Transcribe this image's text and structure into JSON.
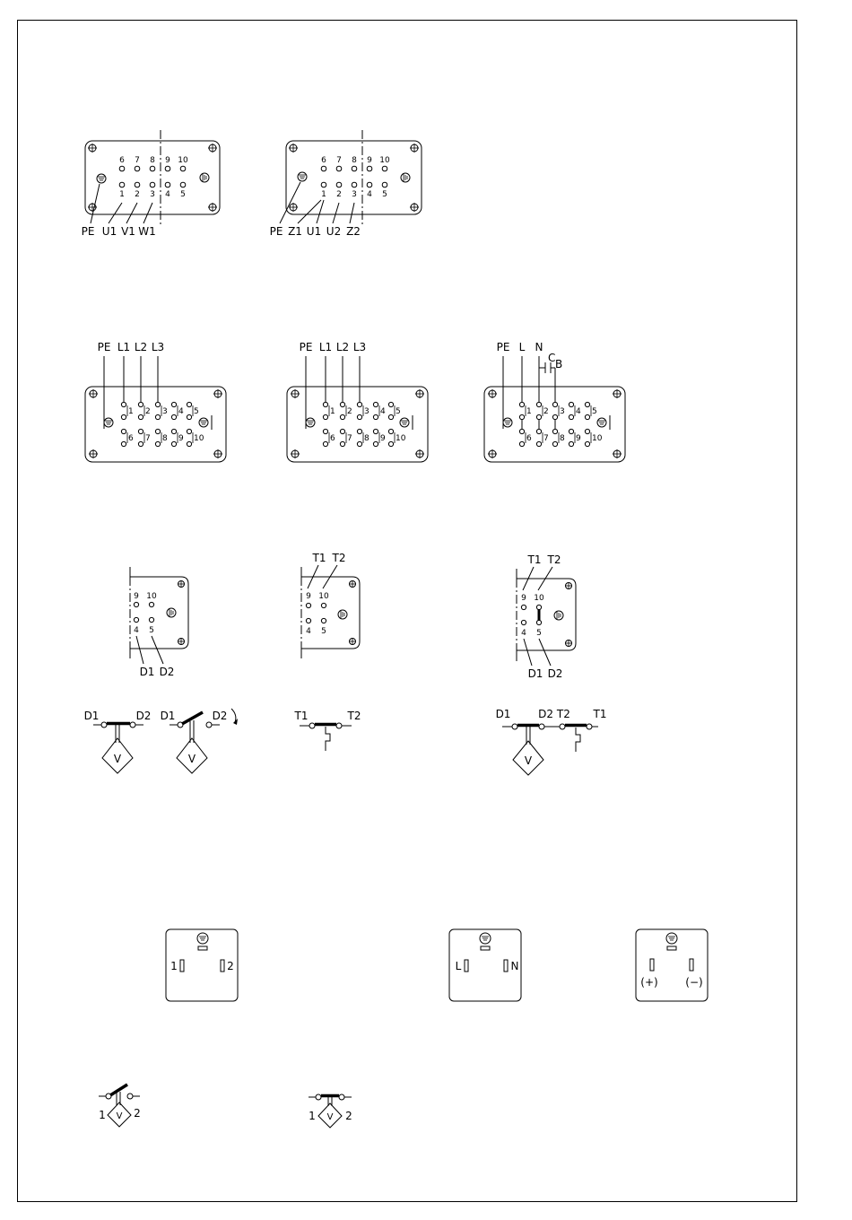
{
  "block1": {
    "pins_top": [
      "6",
      "7",
      "8",
      "9",
      "10"
    ],
    "pins_bottom": [
      "1",
      "2",
      "3",
      "4",
      "5"
    ],
    "labels": [
      "PE",
      "U1",
      "V1",
      "W1"
    ]
  },
  "block2": {
    "pins_top": [
      "6",
      "7",
      "8",
      "9",
      "10"
    ],
    "pins_bottom": [
      "1",
      "2",
      "3",
      "4",
      "5"
    ],
    "labels": [
      "PE",
      "Z1",
      "U1",
      "U2",
      "Z2"
    ]
  },
  "block3": {
    "labels": [
      "PE",
      "L1",
      "L2",
      "L3"
    ],
    "pins_top": [
      "1",
      "2",
      "3",
      "4",
      "5"
    ],
    "pins_bottom": [
      "6",
      "7",
      "8",
      "9",
      "10"
    ]
  },
  "block4": {
    "labels": [
      "PE",
      "L1",
      "L2",
      "L3"
    ],
    "pins_top": [
      "1",
      "2",
      "3",
      "4",
      "5"
    ],
    "pins_bottom": [
      "6",
      "7",
      "8",
      "9",
      "10"
    ]
  },
  "block5": {
    "labels": [
      "PE",
      "L",
      "N"
    ],
    "cap_label": "C",
    "cap_sub": "B",
    "pins_top": [
      "1",
      "2",
      "3",
      "4",
      "5"
    ],
    "pins_bottom": [
      "6",
      "7",
      "8",
      "9",
      "10"
    ]
  },
  "sensor1": {
    "pins_top": [
      "9",
      "10"
    ],
    "pins_bottom": [
      "4",
      "5"
    ],
    "labels": [
      "D1",
      "D2"
    ]
  },
  "sensor2": {
    "labels": [
      "T1",
      "T2"
    ],
    "pins_top": [
      "9",
      "10"
    ],
    "pins_bottom": [
      "4",
      "5"
    ]
  },
  "sensor3": {
    "labels_top": [
      "T1",
      "T2"
    ],
    "pins_top": [
      "9",
      "10"
    ],
    "pins_bottom": [
      "4",
      "5"
    ],
    "labels_bottom": [
      "D1",
      "D2"
    ]
  },
  "sym_d": {
    "left": "D1",
    "right": "D2"
  },
  "sym_d_open": {
    "left": "D1",
    "right": "D2"
  },
  "sym_t": {
    "left": "T1",
    "right": "T2"
  },
  "sym_combined": {
    "d1": "D1",
    "d2t2": "D2 T2",
    "t1": "T1"
  },
  "valve_glyph": "V",
  "plug1": {
    "left": "1",
    "right": "2"
  },
  "plug2": {
    "left": "L",
    "right": "N"
  },
  "plug3": {
    "left": "(+)",
    "right": "(−)"
  },
  "bottom_sym1": {
    "left": "1",
    "right": "2"
  },
  "bottom_sym2": {
    "left": "1",
    "right": "2"
  }
}
